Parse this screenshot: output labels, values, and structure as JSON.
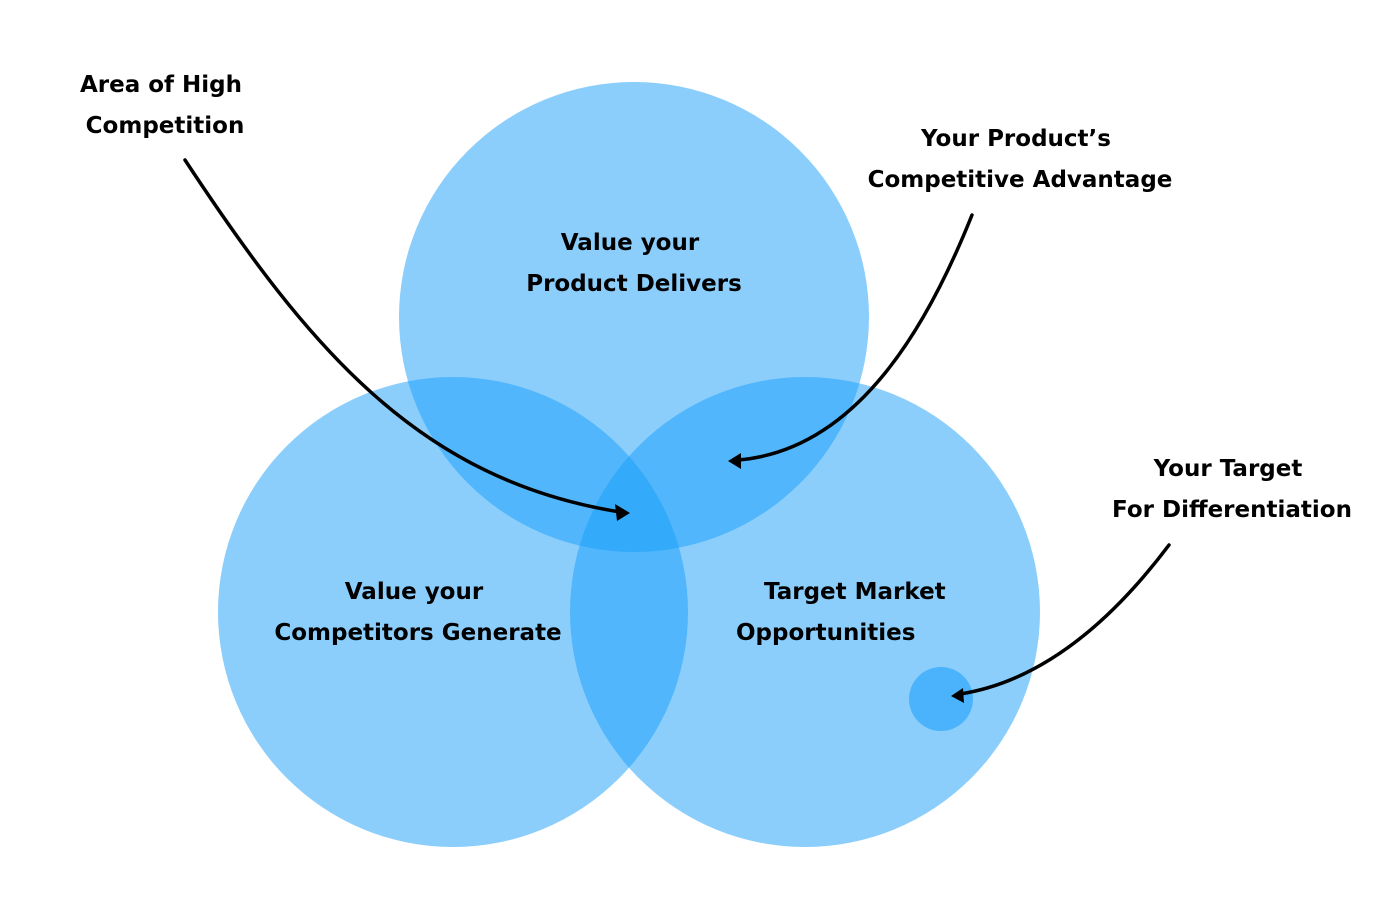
{
  "circles": {
    "product": {
      "line1": "Value your",
      "line2": "Product Delivers"
    },
    "competitors": {
      "line1": "Value your",
      "line2": "Competitors Generate"
    },
    "market": {
      "line1": "Target Market",
      "line2": "Opportunities"
    }
  },
  "callouts": {
    "high_competition": {
      "line1": "Area of High",
      "line2": "Competition"
    },
    "competitive_advantage": {
      "line1": "Your Product’s",
      "line2": "Competitive Advantage"
    },
    "differentiation": {
      "line1": "Your Target",
      "line2": "For Differentiation"
    }
  },
  "colors": {
    "circle_fill": "#179dfa",
    "text": "#000000",
    "background": "#ffffff"
  }
}
